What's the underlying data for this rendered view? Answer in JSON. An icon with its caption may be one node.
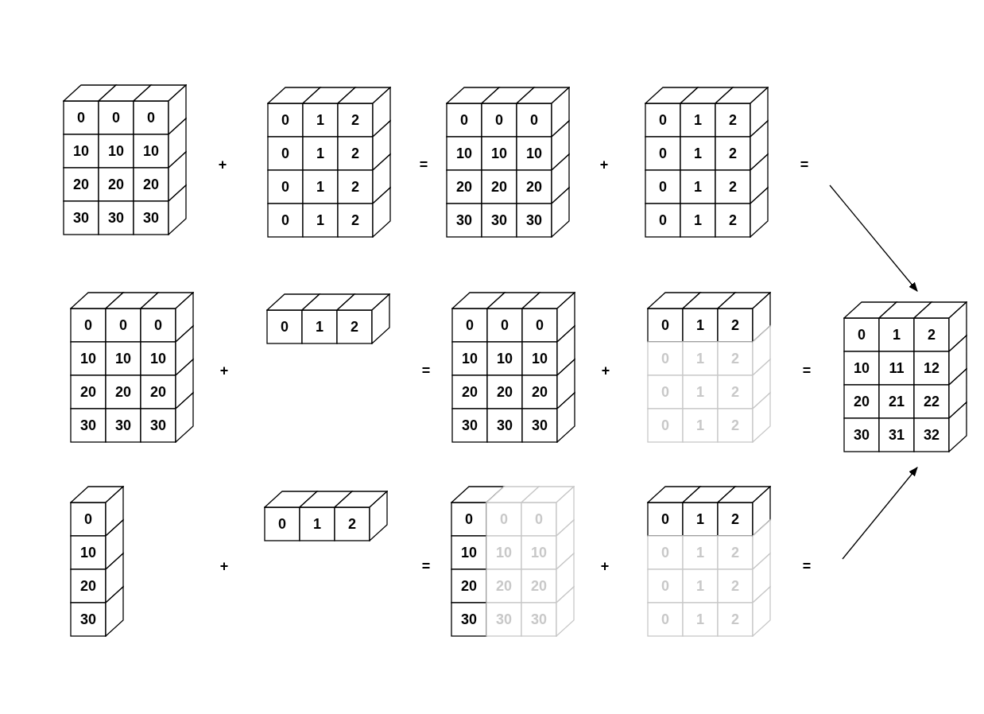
{
  "diagram": {
    "nodes": [
      {
        "text": [
          "0",
          "0",
          "0",
          "10",
          "10",
          "10",
          "20",
          "20",
          "20",
          "30",
          "30",
          "30"
        ]
      },
      {
        "text": [
          "0",
          "1",
          "2",
          "0",
          "1",
          "2",
          "0",
          "1",
          "2",
          "0",
          "1",
          "2"
        ]
      },
      {
        "text": [
          "0",
          "0",
          "0",
          "10",
          "10",
          "10",
          "20",
          "20",
          "20",
          "30",
          "30",
          "30"
        ]
      },
      {
        "text": [
          "0",
          "1",
          "2",
          "0",
          "1",
          "2",
          "0",
          "1",
          "2",
          "0",
          "1",
          "2"
        ]
      },
      {
        "text": [
          "0",
          "0",
          "0",
          "10",
          "10",
          "10",
          "20",
          "20",
          "20",
          "30",
          "30",
          "30"
        ]
      },
      {
        "text": [
          "0",
          "1",
          "2"
        ]
      },
      {
        "text": [
          "0",
          "0",
          "0",
          "10",
          "10",
          "10",
          "20",
          "20",
          "20",
          "30",
          "30",
          "30"
        ]
      },
      {
        "text": [
          "0",
          "1",
          "2",
          "0",
          "1",
          "2",
          "0",
          "1",
          "2",
          "0",
          "1",
          "2"
        ]
      },
      {
        "text": [
          "0",
          "1",
          "2",
          "10",
          "11",
          "12",
          "20",
          "21",
          "22",
          "30",
          "31",
          "32"
        ]
      },
      {
        "text": [
          "0",
          "10",
          "20",
          "30"
        ]
      },
      {
        "text": [
          "0",
          "1",
          "2"
        ]
      },
      {
        "text": [
          "0",
          "0",
          "0",
          "10",
          "10",
          "10",
          "20",
          "20",
          "20",
          "30",
          "30",
          "30"
        ]
      },
      {
        "text": [
          "0",
          "1",
          "2",
          "0",
          "1",
          "2",
          "0",
          "1",
          "2",
          "0",
          "1",
          "2"
        ]
      }
    ],
    "edges": [
      {
        "from": null,
        "to": 8,
        "arrow": "to"
      },
      {
        "from": null,
        "to": 8,
        "arrow": "to"
      }
    ],
    "labels": [
      "+",
      "=",
      "+",
      "=",
      "+",
      "=",
      "+",
      "=",
      "+",
      "=",
      "+",
      "="
    ]
  }
}
